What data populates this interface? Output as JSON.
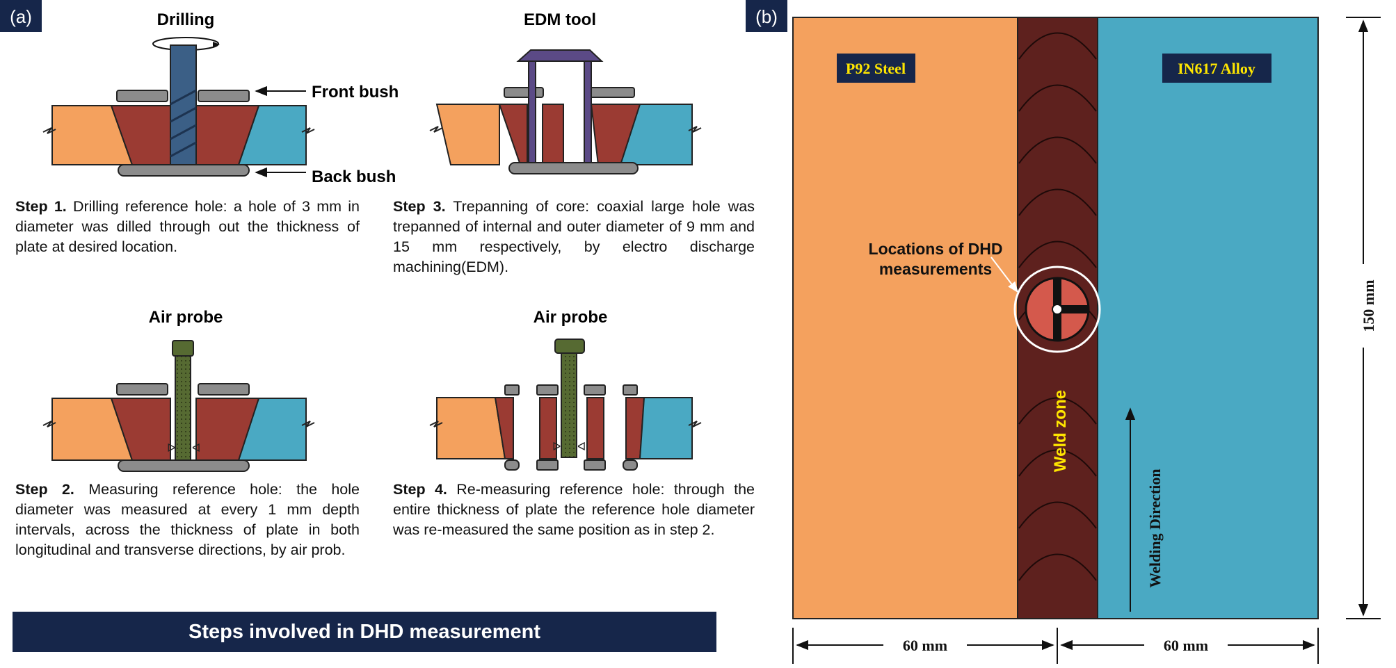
{
  "panel_a": {
    "tag": "(a)",
    "diagrams": {
      "drilling": {
        "title": "Drilling",
        "front_label": "Front bush",
        "back_label": "Back bush"
      },
      "edm": {
        "title": "EDM tool"
      },
      "probe1": {
        "title": "Air probe"
      },
      "probe2": {
        "title": "Air probe"
      }
    },
    "steps": [
      {
        "head": "Step 1.",
        "body": "Drilling reference hole: a hole of 3 mm in diameter was dilled through out the thickness of plate at desired location."
      },
      {
        "head": "Step 3.",
        "body": "Trepanning of core: coaxial large hole was trepanned of internal and outer diameter of 9 mm and 15 mm respectively, by electro discharge machining(EDM)."
      },
      {
        "head": "Step 2.",
        "body": "Measuring reference hole: the hole diameter was measured at every 1 mm depth intervals, across the thickness of plate in both longitudinal and transverse directions, by air prob."
      },
      {
        "head": "Step 4.",
        "body": "Re-measuring reference hole: through the entire thickness of plate the reference hole diameter was re-measured the same position as in step 2."
      }
    ],
    "banner": "Steps involved in DHD measurement"
  },
  "panel_b": {
    "tag": "(b)",
    "left_material": "P92 Steel",
    "right_material": "IN617 Alloy",
    "weld_label": "Weld zone",
    "location_label_1": "Locations of DHD",
    "location_label_2": "measurements",
    "direction_label": "Welding Direction",
    "dim_height": "150 mm",
    "dim_left": "60 mm",
    "dim_right": "60 mm"
  },
  "colors": {
    "orange": "#f4a15e",
    "teal": "#4aa9c3",
    "weld": "#9b3b33",
    "weld_zone": "#5e211e",
    "navy": "#16264a",
    "gray": "#8c8c8c",
    "probe": "#566a32",
    "edm": "#5b4a86",
    "drill": "#3b5f86",
    "label_yellow": "#ffe600"
  }
}
